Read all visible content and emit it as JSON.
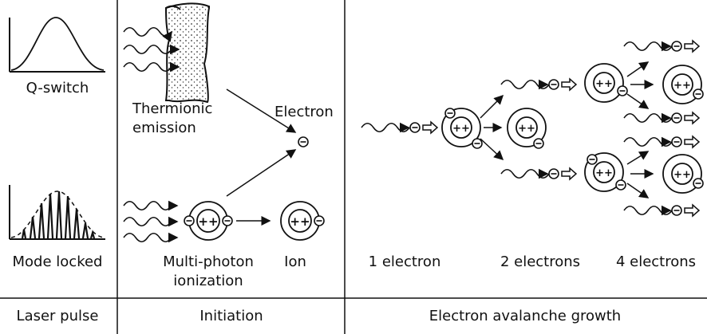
{
  "panels": {
    "laser_pulse": {
      "qswitch_label": "Q-switch",
      "modelocked_label": "Mode locked",
      "footer": "Laser pulse"
    },
    "initiation": {
      "thermionic_line1": "Thermionic",
      "thermionic_line2": "emission",
      "electron_label": "Electron",
      "multiphoton_line1": "Multi-photon",
      "multiphoton_line2": "ionization",
      "ion_label": "Ion",
      "footer": "Initiation"
    },
    "avalanche": {
      "one_label": "1 electron",
      "two_label": "2 electrons",
      "four_label": "4 electrons",
      "footer": "Electron avalanche growth"
    }
  },
  "symbols": {
    "electron": "⊖",
    "nucleus": "++"
  }
}
